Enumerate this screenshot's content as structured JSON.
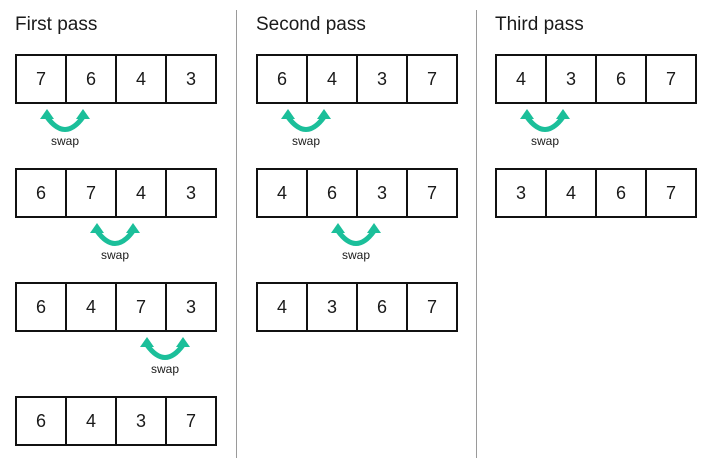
{
  "colors": {
    "arrow": "#1bbf9a",
    "border": "#111111",
    "divider": "#9a9a9a"
  },
  "passes": [
    {
      "title": "First pass",
      "arrays": [
        {
          "values": [
            "7",
            "6",
            "4",
            "3"
          ],
          "swap": {
            "index": 0,
            "label": "swap"
          }
        },
        {
          "values": [
            "6",
            "7",
            "4",
            "3"
          ],
          "swap": {
            "index": 1,
            "label": "swap"
          }
        },
        {
          "values": [
            "6",
            "4",
            "7",
            "3"
          ],
          "swap": {
            "index": 2,
            "label": "swap"
          }
        },
        {
          "values": [
            "6",
            "4",
            "3",
            "7"
          ]
        }
      ]
    },
    {
      "title": "Second pass",
      "arrays": [
        {
          "values": [
            "6",
            "4",
            "3",
            "7"
          ],
          "swap": {
            "index": 0,
            "label": "swap"
          }
        },
        {
          "values": [
            "4",
            "6",
            "3",
            "7"
          ],
          "swap": {
            "index": 1,
            "label": "swap"
          }
        },
        {
          "values": [
            "4",
            "3",
            "6",
            "7"
          ]
        }
      ]
    },
    {
      "title": "Third pass",
      "arrays": [
        {
          "values": [
            "4",
            "3",
            "6",
            "7"
          ],
          "swap": {
            "index": 0,
            "label": "swap"
          }
        },
        {
          "values": [
            "3",
            "4",
            "6",
            "7"
          ]
        }
      ]
    }
  ]
}
